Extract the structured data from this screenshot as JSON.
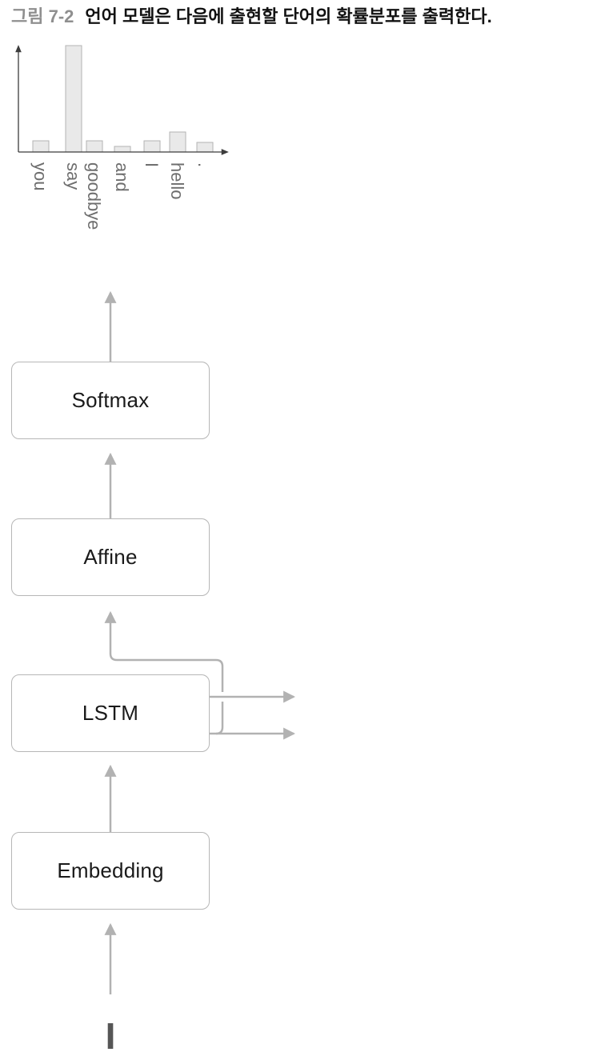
{
  "figure": {
    "tag": "그림 7-2",
    "caption": "언어 모델은 다음에 출현할 단어의 확률분포를 출력한다."
  },
  "chart_data": {
    "type": "bar",
    "title": "",
    "xlabel": "",
    "ylabel": "",
    "categories": [
      "you",
      "say",
      "goodbye",
      "and",
      "I",
      "hello",
      "."
    ],
    "values": [
      0.1,
      0.97,
      0.1,
      0.05,
      0.1,
      0.18,
      0.09
    ],
    "ylim": [
      0,
      1
    ],
    "grid": false,
    "legend": false,
    "axis_arrows": true,
    "tick_label_rotation_deg": 90
  },
  "diagram": {
    "nodes": [
      {
        "id": "softmax",
        "label": "Softmax"
      },
      {
        "id": "affine",
        "label": "Affine"
      },
      {
        "id": "lstm",
        "label": "LSTM"
      },
      {
        "id": "embedding",
        "label": "Embedding"
      }
    ],
    "input_word": "I"
  },
  "colors": {
    "arrow": "#b2b2b2",
    "box_border": "#b7b7b7",
    "box_text": "#1a1a1a",
    "axis": "#3c3c3c",
    "figure_tag": "#8f8f8f",
    "caption_text": "#111111",
    "input_word": "#565656",
    "bar_fill": "#e9e9e9",
    "bar_stroke": "#b3b3b3",
    "bar_label": "#6e6e6e"
  }
}
